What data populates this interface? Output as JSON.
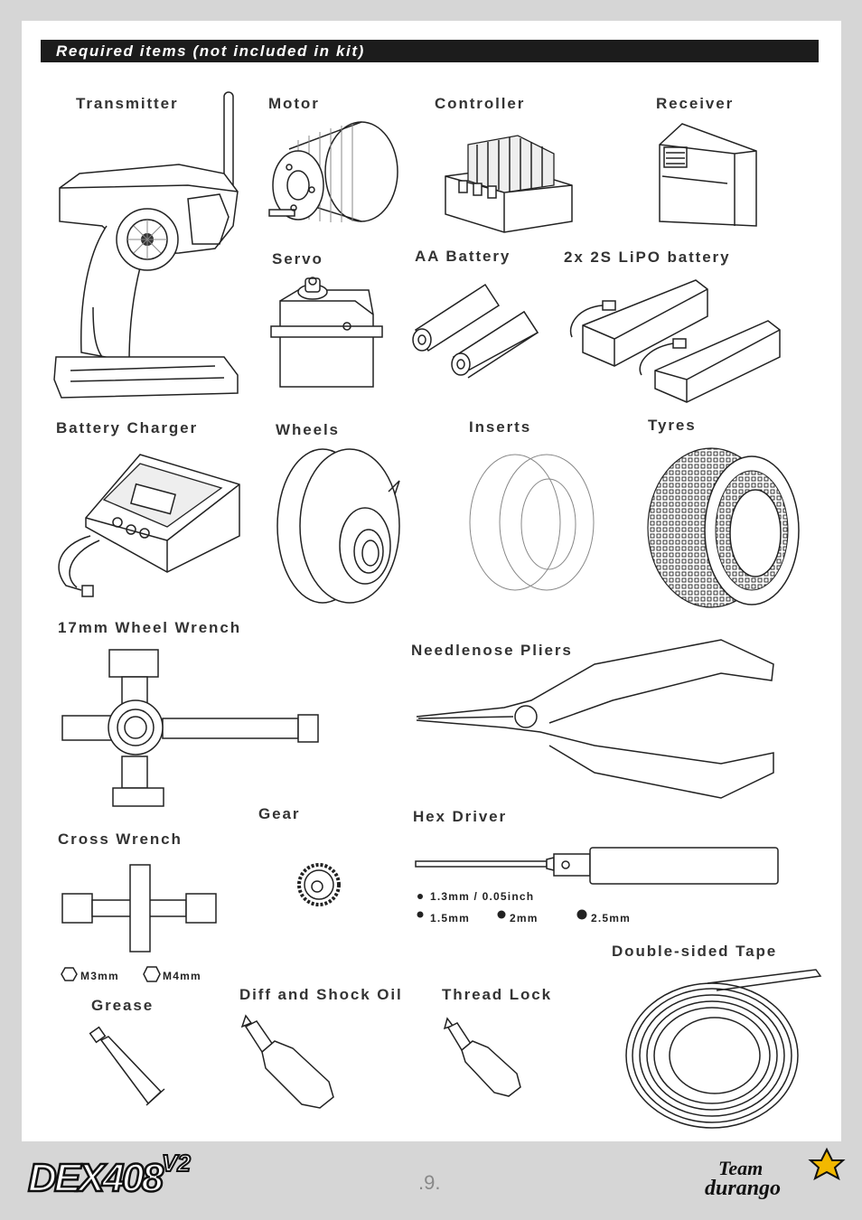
{
  "header": {
    "title": "Required items (not included in kit)"
  },
  "items": {
    "transmitter": "Transmitter",
    "motor": "Motor",
    "controller": "Controller",
    "receiver": "Receiver",
    "servo": "Servo",
    "aa_battery": "AA Battery",
    "lipo_battery": "2x 2S LiPO battery",
    "battery_charger": "Battery Charger",
    "wheels": "Wheels",
    "inserts": "Inserts",
    "tyres": "Tyres",
    "wheel_wrench": "17mm Wheel Wrench",
    "needlenose_pliers": "Needlenose Pliers",
    "gear": "Gear",
    "hex_driver": "Hex Driver",
    "cross_wrench": "Cross Wrench",
    "double_sided_tape": "Double-sided Tape",
    "grease": "Grease",
    "diff_shock_oil": "Diff and Shock Oil",
    "thread_lock": "Thread Lock"
  },
  "hex_sizes": {
    "size_1": "1.3mm / 0.05inch",
    "size_2": "1.5mm",
    "size_3": "2mm",
    "size_4": "2.5mm"
  },
  "cross_wrench_sizes": {
    "size_1": "M3mm",
    "size_2": "M4mm"
  },
  "footer": {
    "page_number": ".9.",
    "product_logo": "DEX408V2",
    "brand_logo": "Team Durango"
  }
}
